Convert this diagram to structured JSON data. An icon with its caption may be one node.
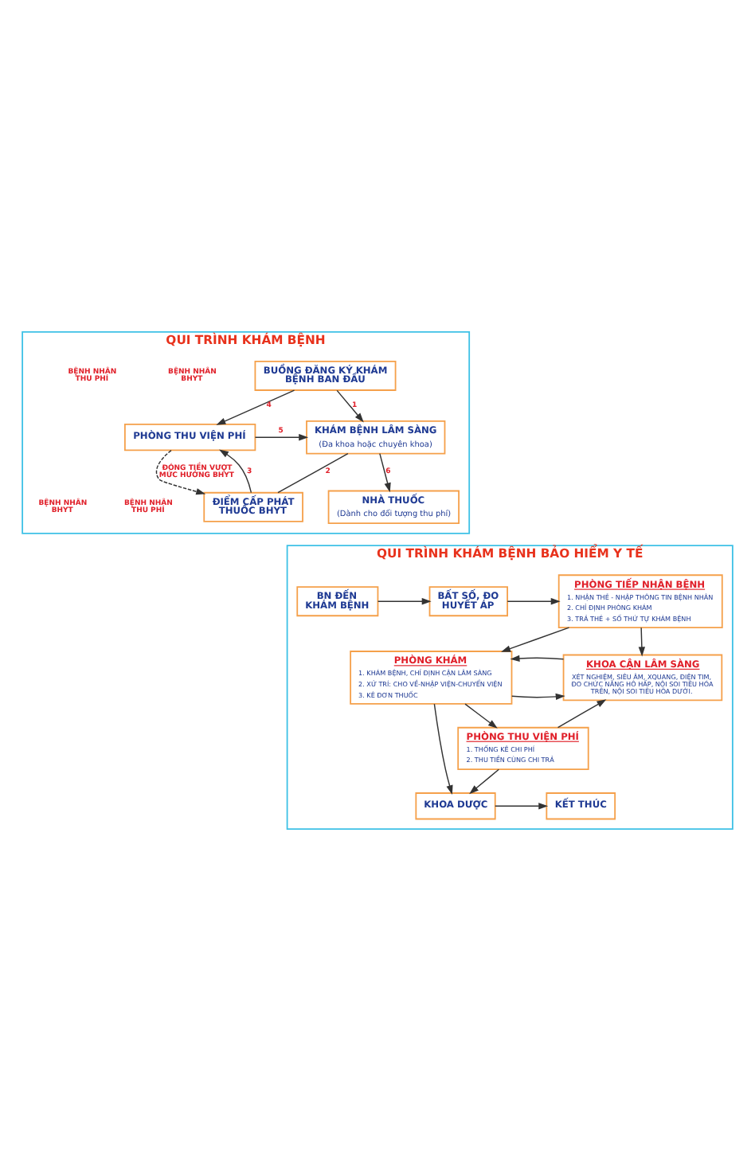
{
  "diagram": {
    "nodes": [
      {
        "text": [
          "QUI TRÌNH KHÁM BỆNH"
        ]
      },
      {
        "text": [
          "BUỒNG ĐĂNG KÝ KHÁM BỆNH BAN ĐẦU"
        ],
        "in": 0
      },
      {
        "text": [
          "KHÁM BỆNH LÂM SÀNG",
          "(Đa khoa hoặc chuyên khoa)"
        ],
        "in": 0
      },
      {
        "text": [
          "PHÒNG THU VIỆN PHÍ"
        ],
        "in": 0
      },
      {
        "text": [
          "NHÀ THUỐC",
          "(Dành cho đối tượng thu phí)"
        ],
        "in": 0
      },
      {
        "text": [
          "ĐIỂM CẤP PHÁT THUỐC BHYT"
        ],
        "in": 0
      },
      {
        "text": [
          "QUI TRÌNH KHÁM BỆNH BẢO HIỂM Y TẾ"
        ]
      },
      {
        "text": [
          "BN ĐẾN KHÁM BỆNH"
        ],
        "in": 6
      },
      {
        "text": [
          "BẤT SỐ, ĐO HUYẾT ÁP"
        ],
        "in": 6
      },
      {
        "text": [
          "PHÒNG TIẾP NHẬN BỆNH",
          "1. NHẬN THẺ - NHẬP THÔNG TIN BỆNH NHÂN",
          "2. CHỈ ĐỊNH PHÒNG KHÁM",
          "3. TRẢ THẺ + SỐ THỨ TỰ KHÁM BỆNH"
        ],
        "in": 6
      },
      {
        "text": [
          "PHÒNG KHÁM",
          "1. KHÁM BỆNH, CHỈ ĐỊNH CẬN LÂM SÀNG",
          "2. XỬ TRÍ: CHO VỀ-NHẬP VIỆN-CHUYỂN VIỆN",
          "3. KÊ ĐƠN THUỐC"
        ],
        "in": 6
      },
      {
        "text": [
          "KHOA CẬN LÂM SÀNG",
          "XÉT NGHIỆM, SIÊU ÂM, XQUANG, ĐIỆN TIM, ĐO CHỨC NĂNG HÔ HẤP, NỘI SOI TIÊU HÓA TRÊN, NỘI SOI TIÊU HÓA DƯỚI."
        ],
        "in": 6
      },
      {
        "text": [
          "PHÒNG THU VIỆN PHÍ",
          "1. THỐNG KÊ CHI PHÍ",
          "2. THU TIỀN CÙNG CHI TRẢ"
        ],
        "in": 6
      },
      {
        "text": [
          "KHOA DƯỢC"
        ],
        "in": 6
      },
      {
        "text": [
          "KẾT THÚC"
        ],
        "in": 6
      }
    ],
    "edges": [
      {
        "from": 1,
        "to": 2,
        "arrow": "to",
        "label": "1"
      },
      {
        "from": 1,
        "to": 3,
        "arrow": "to",
        "label": "4"
      },
      {
        "from": 3,
        "to": 2,
        "arrow": "to",
        "label": "5"
      },
      {
        "from": 2,
        "to": 4,
        "arrow": "to",
        "label": "6"
      },
      {
        "from": 2,
        "to": 5,
        "arrow": "none",
        "label": "2"
      },
      {
        "from": 3,
        "to": 5,
        "arrow": "to",
        "style": "dashed",
        "label": "ĐÓNG TIỀN VƯỢT MỨC HƯỞNG BHYT"
      },
      {
        "from": 5,
        "to": 3,
        "arrow": "to",
        "label": "3"
      },
      {
        "from": 7,
        "to": 8,
        "arrow": "to"
      },
      {
        "from": 8,
        "to": 9,
        "arrow": "to"
      },
      {
        "from": 9,
        "to": 10,
        "arrow": "to"
      },
      {
        "from": 9,
        "to": 11,
        "arrow": "to"
      },
      {
        "from": 10,
        "to": 11,
        "arrow": "to"
      },
      {
        "from": 11,
        "to": 10,
        "arrow": "to"
      },
      {
        "from": 10,
        "to": 12,
        "arrow": "to"
      },
      {
        "from": 12,
        "to": 11,
        "arrow": "to"
      },
      {
        "from": 12,
        "to": 13,
        "arrow": "to"
      },
      {
        "from": 10,
        "to": 13,
        "arrow": "to"
      },
      {
        "from": 13,
        "to": 14,
        "arrow": "to"
      }
    ],
    "labels": [
      "BỆNH NHÂN BHYT",
      "BỆNH NHÂN THU PHÍ",
      "BỆNH NHÂN THU PHÍ",
      "BỆNH NHÂN BHYT"
    ]
  }
}
